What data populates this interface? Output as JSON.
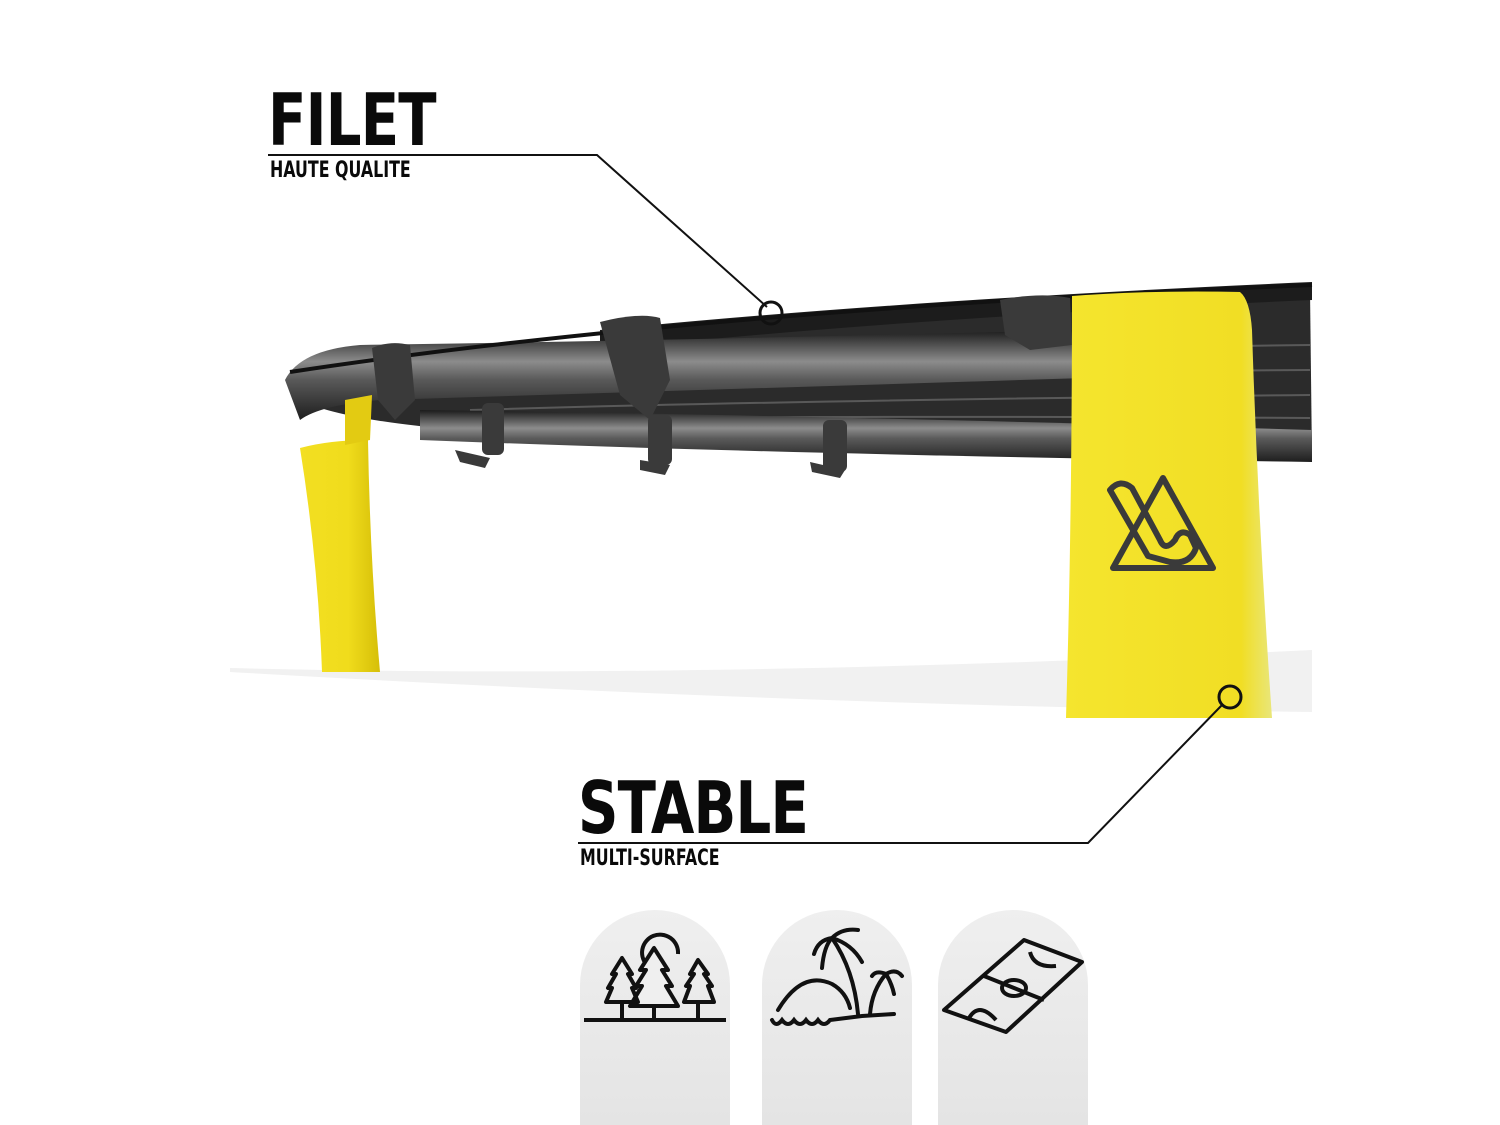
{
  "callouts": [
    {
      "id": "filet",
      "title": "FILET",
      "subtitle": "HAUTE QUALITE"
    },
    {
      "id": "stable",
      "title": "STABLE",
      "subtitle": "MULTI-SURFACE"
    }
  ],
  "product": {
    "name": "roundnet-set",
    "colors": {
      "frame": "#2a2a2a",
      "legs": "#f2e12c",
      "leg_shadow": "#d9c410",
      "logo": "#3a3a3a"
    }
  },
  "surfaces": [
    {
      "name": "forest",
      "icon": "forest-icon"
    },
    {
      "name": "beach",
      "icon": "beach-island-icon"
    },
    {
      "name": "field",
      "icon": "soccer-field-icon"
    }
  ]
}
